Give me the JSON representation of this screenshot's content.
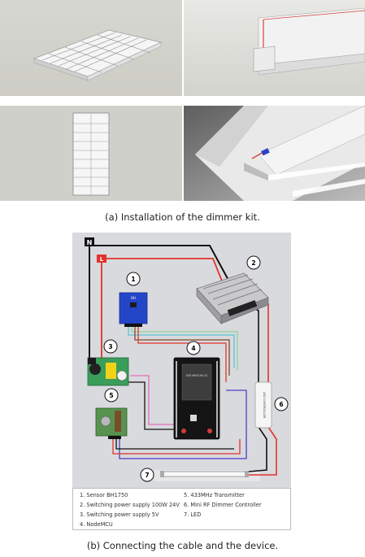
{
  "caption_a": "(a) Installation of the dimmer kit.",
  "caption_b": "(b) Connecting the cable and the device.",
  "wire_labels": {
    "neutral": "N",
    "live": "L"
  },
  "markers": [
    "1",
    "2",
    "3",
    "4",
    "5",
    "6",
    "7"
  ],
  "sensor_board_text": "BH",
  "mcu_board_text": "ESP-WROOM-32",
  "dimmer_body_text": "LED CONTROLLER",
  "legend": {
    "items": [
      "1.  Sensor BH1750",
      "2.  Switching power supply 100W 24V",
      "3.  Switching power supply 5V",
      "4.  NodeMCU",
      "5.  433MHz Transmitter",
      "6.  Mini RF Dimmer Controller",
      "7.  LED"
    ]
  },
  "colors": {
    "live_wire": "#e0332b",
    "neutral_wire": "#111111",
    "cyan_wire": "#56c3d6",
    "pink_wire": "#e66cc0",
    "purple_wire": "#4b3fc9",
    "board_blue": "#2346c9"
  }
}
